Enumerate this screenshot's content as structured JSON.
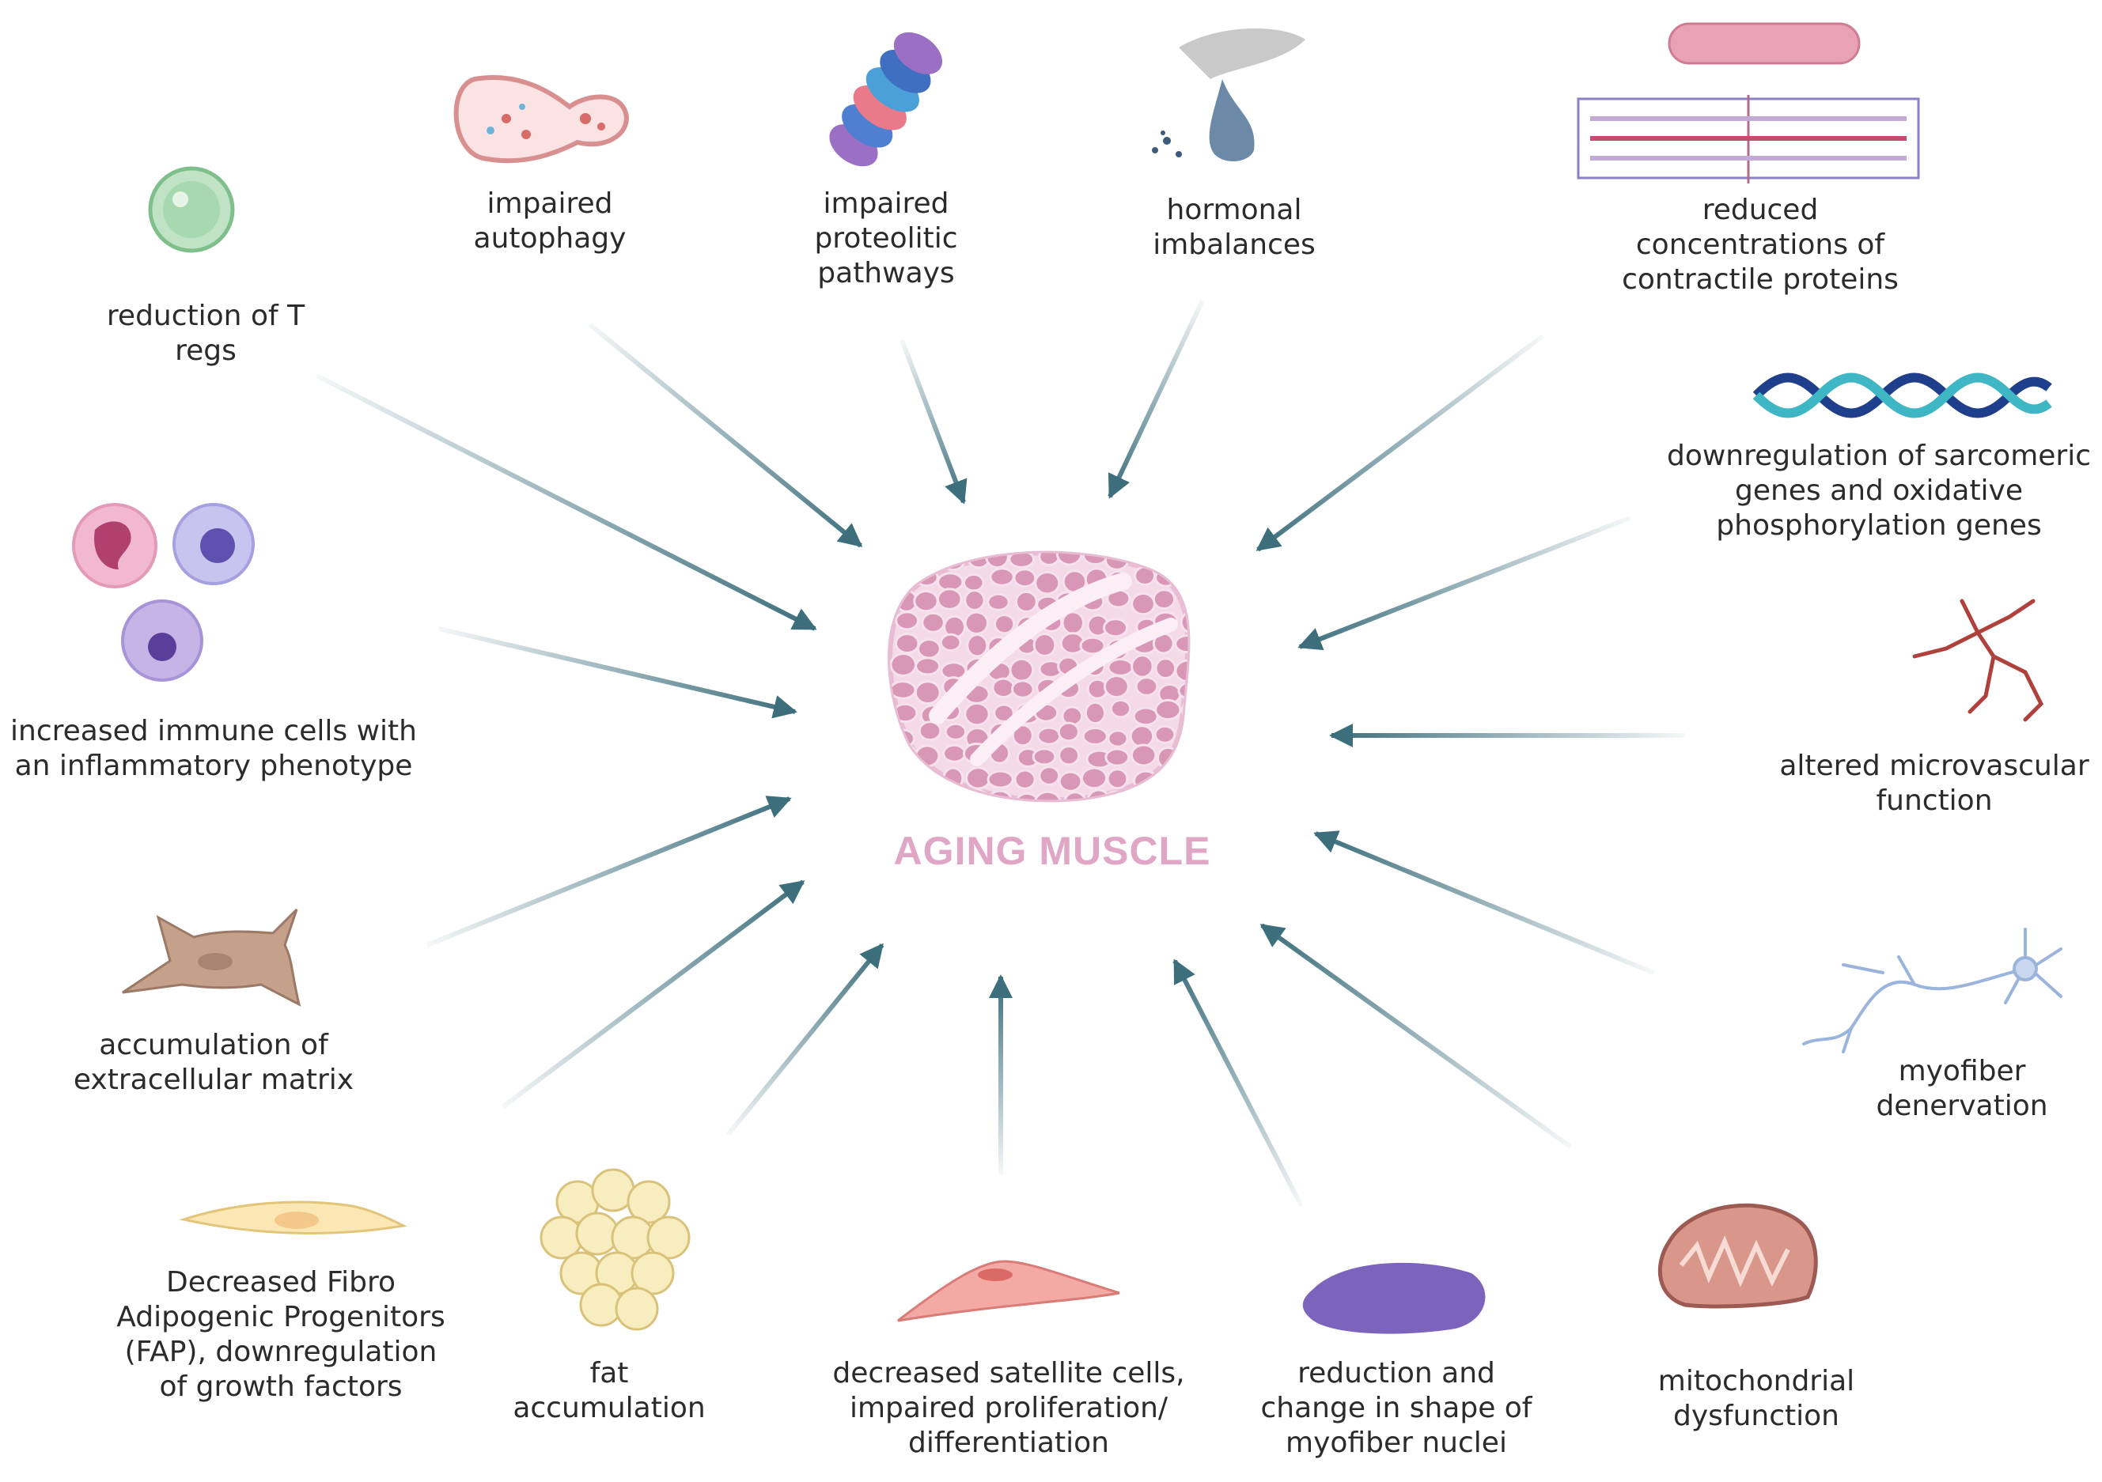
{
  "center": {
    "title": "AGING MUSCLE"
  },
  "factors": [
    {
      "id": "tregs",
      "lines": [
        "reduction of T",
        "regs"
      ]
    },
    {
      "id": "autophagy",
      "lines": [
        "impaired",
        "autophagy"
      ]
    },
    {
      "id": "proteolitic",
      "lines": [
        "impaired",
        "proteolitic",
        "pathways"
      ]
    },
    {
      "id": "hormonal",
      "lines": [
        "hormonal",
        "imbalances"
      ]
    },
    {
      "id": "contractile",
      "lines": [
        "reduced",
        "concentrations of",
        "contractile proteins"
      ]
    },
    {
      "id": "genes",
      "lines": [
        "downregulation of sarcomeric",
        "genes and  oxidative",
        "phosphorylation genes"
      ]
    },
    {
      "id": "microvascular",
      "lines": [
        "altered microvascular",
        "function"
      ]
    },
    {
      "id": "denervation",
      "lines": [
        "myofiber",
        "denervation"
      ]
    },
    {
      "id": "mitochondria",
      "lines": [
        "mitochondrial",
        "dysfunction"
      ]
    },
    {
      "id": "nuclei",
      "lines": [
        "reduction and",
        "change in shape of",
        "myofiber nuclei"
      ]
    },
    {
      "id": "satellite",
      "lines": [
        "decreased satellite cells,",
        "impaired proliferation/",
        "differentiation"
      ]
    },
    {
      "id": "fat",
      "lines": [
        "fat",
        "accumulation"
      ]
    },
    {
      "id": "fap",
      "lines": [
        "Decreased Fibro",
        "Adipogenic Progenitors",
        "(FAP), downregulation",
        "of growth factors"
      ]
    },
    {
      "id": "ecm",
      "lines": [
        "accumulation of",
        "extracellular matrix"
      ]
    },
    {
      "id": "immune",
      "lines": [
        "increased immune cells with",
        "an inflammatory phenotype"
      ]
    }
  ],
  "colors": {
    "arrow": "#3c6e7c",
    "title": "#e0a6c6",
    "text": "#2b2b2b"
  }
}
